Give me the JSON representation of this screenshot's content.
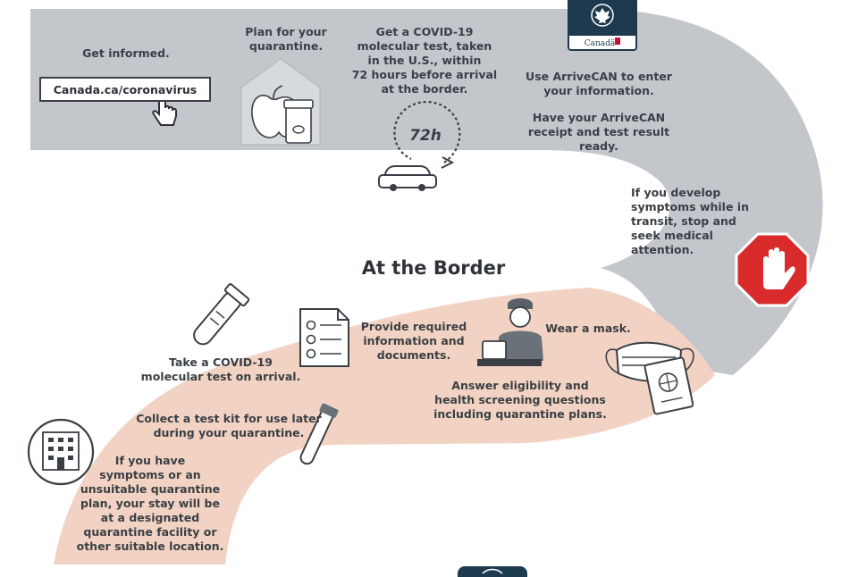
{
  "colors": {
    "road_grey": "#c3c7cb",
    "road_peach": "#f2d3c3",
    "text_dark": "#3a3f45",
    "stop_red": "#d92b2b",
    "badge_navy": "#1e3a4f",
    "canada_red": "#c8102e"
  },
  "before_border": {
    "get_informed": "Get informed.",
    "url": "Canada.ca/coronavirus",
    "plan_quarantine": "Plan for your\nquarantine.",
    "covid_test": "Get a COVID-19\nmolecular test, taken\nin the U.S., within\n72 hours before arrival\nat the border.",
    "hours_badge": "72h",
    "arrivecan": "Use ArriveCAN to enter\nyour information.",
    "receipt": "Have your ArriveCAN\nreceipt and test result\nready.",
    "symptoms_transit": "If you develop\nsymptoms while in\ntransit, stop and\nseek medical\nattention.",
    "canada_wordmark": "Canadä"
  },
  "at_border": {
    "title": "At the Border",
    "provide_info": "Provide required\ninformation and\ndocuments.",
    "wear_mask": "Wear a mask.",
    "take_test": "Take a COVID-19\nmolecular test on arrival.",
    "screening": "Answer eligibility and\nhealth screening questions\nincluding quarantine plans.",
    "test_kit": "Collect a test kit  for use later\nduring your quarantine.",
    "facility": "If you have\nsymptoms or an\nunsuitable quarantine\nplan, your stay will be\nat a designated\nquarantine facility or\nother suitable location."
  },
  "icons": [
    "canada-arrivecan-badge-icon",
    "cursor-hand-icon",
    "house-food-icon",
    "clock-72h-icon",
    "car-icon",
    "stop-hand-icon",
    "test-tube-icon",
    "checklist-icon",
    "border-officer-icon",
    "mask-icon",
    "passport-icon",
    "test-vial-icon",
    "quarantine-building-icon",
    "next-badge-icon"
  ]
}
